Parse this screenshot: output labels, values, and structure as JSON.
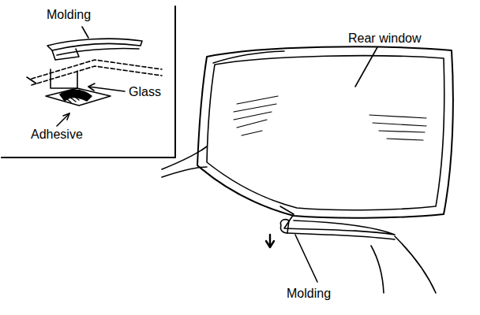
{
  "diagram": {
    "labels": [
      "Molding",
      "Glass",
      "Adhesive",
      "Rear window",
      "Molding"
    ]
  }
}
